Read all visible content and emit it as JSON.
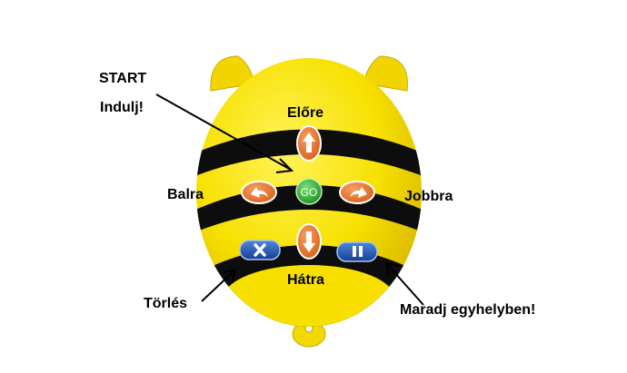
{
  "labels": {
    "start": "START",
    "go_hu": "Indulj!",
    "forward": "Előre",
    "left": "Balra",
    "right": "Jobbra",
    "backward": "Hátra",
    "clear": "Törlés",
    "pause": "Maradj egyhelyben!"
  },
  "buttons": {
    "go": "GO"
  },
  "colors": {
    "body_yellow": "#f7e000",
    "stripe_black": "#0d0d0d",
    "arrow_orange": "#e8742a",
    "go_green": "#3cae3a",
    "blue": "#1f4fa8"
  }
}
